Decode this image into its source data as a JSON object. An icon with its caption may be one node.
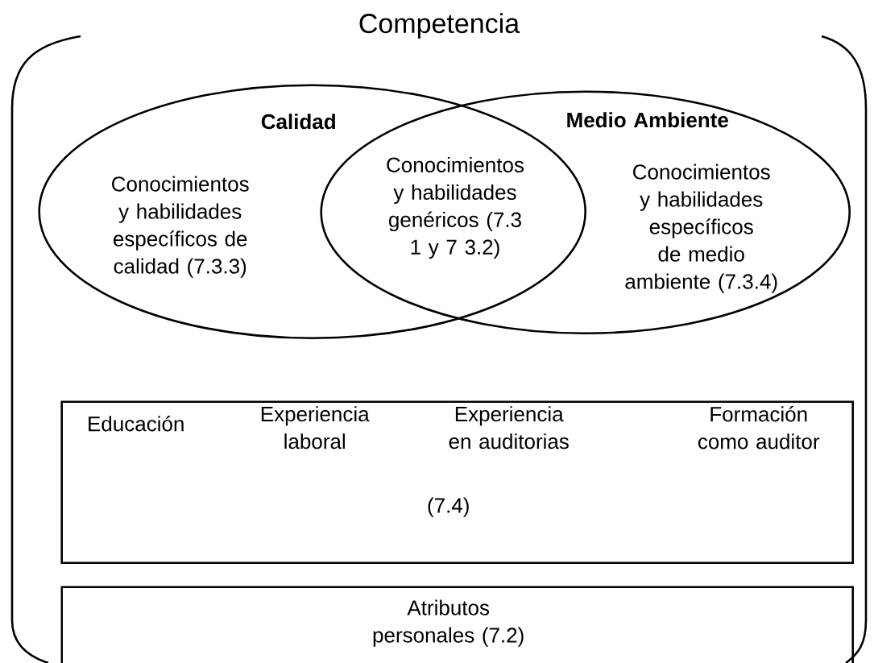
{
  "diagram": {
    "nodes": [
      {
        "text": [
          "Competencia"
        ]
      },
      {
        "text": [
          "Calidad",
          "Conocimientos y habilidades específicos de calidad (7.3.3)"
        ],
        "in": 0
      },
      {
        "text": [
          "Conocimientos y habilidades genéricos (7.3 1 y 7 3.2)"
        ]
      },
      {
        "text": [
          "Medio Ambiente",
          "Conocimientos y habilidades específicos de medio ambiente (7.3.4)"
        ],
        "in": 0
      },
      {
        "text": [
          "Educación",
          "Experiencia laboral",
          "Experiencia en auditorias",
          "Formación como auditor",
          "(7.4)"
        ],
        "in": 0
      },
      {
        "text": [
          "Atributos personales (7.2)"
        ],
        "in": 0
      }
    ]
  }
}
